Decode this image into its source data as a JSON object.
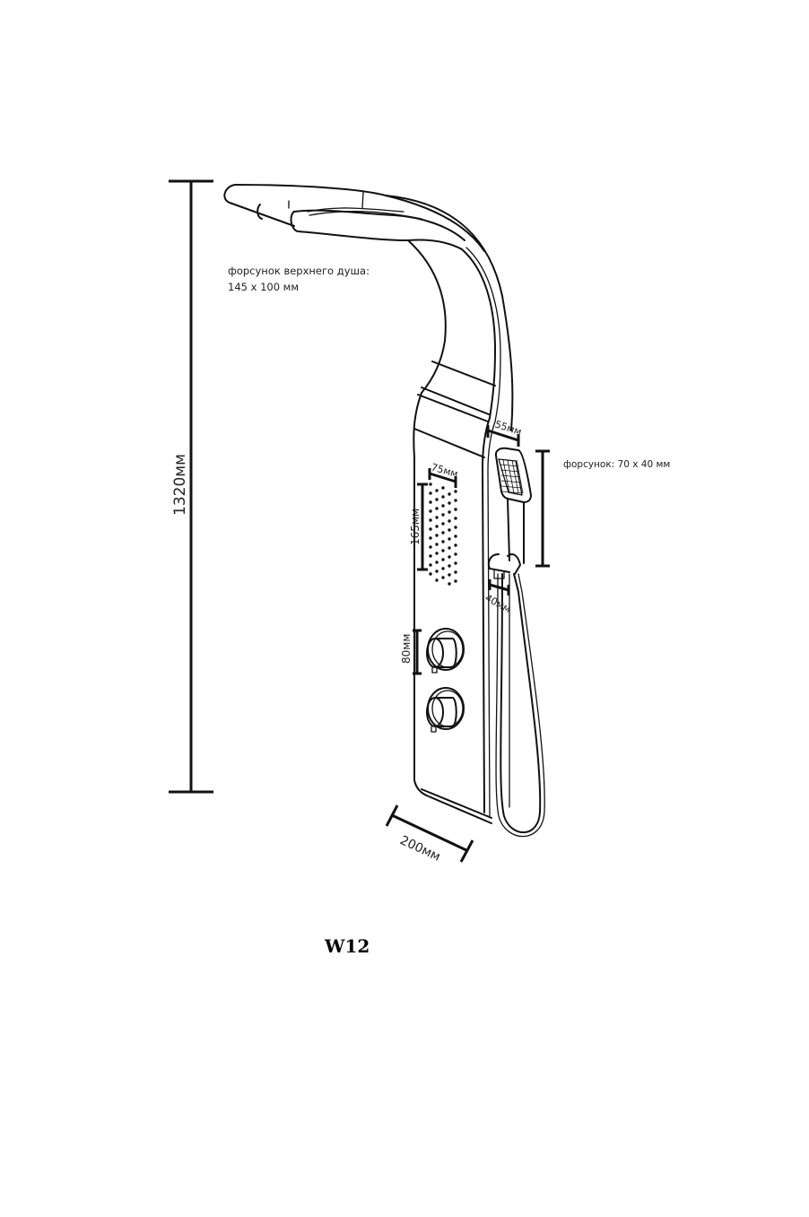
{
  "model": "W12",
  "dimensions": {
    "total_height": "1320мм",
    "panel_width": "200мм",
    "massage_zone_width": "75мм",
    "massage_zone_height": "165мм",
    "hand_shower_width": "55мм",
    "holder_offset": "40мм",
    "knob_spacing": "80мм"
  },
  "notes": {
    "top_shower_line1": "форсунок верхнего душа:",
    "top_shower_line2": "145 x 100 мм",
    "hand_shower": "форсунок: 70 x 40 мм"
  },
  "colors": {
    "line": "#111111",
    "background": "#ffffff"
  }
}
